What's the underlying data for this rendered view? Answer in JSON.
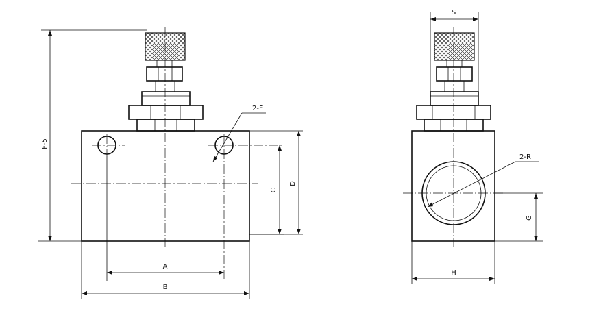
{
  "drawing": {
    "front_view": {
      "labels": {
        "f5": "F-5",
        "e": "2-E",
        "c": "C",
        "d": "D",
        "a": "A",
        "b": "B"
      }
    },
    "side_view": {
      "labels": {
        "s": "S",
        "r": "2-R",
        "g": "G",
        "h": "H"
      }
    }
  }
}
